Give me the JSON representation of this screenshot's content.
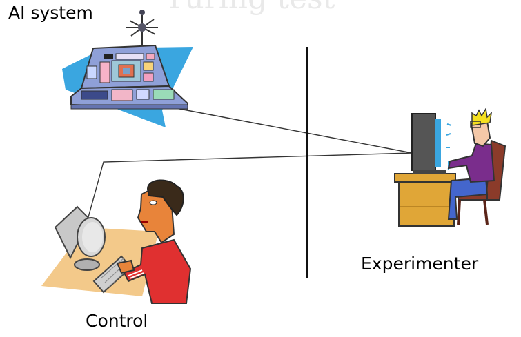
{
  "labels": {
    "ai_system": "AI system",
    "experimenter": "Experimenter",
    "control": "Control",
    "title_partial": "Turing test"
  },
  "colors": {
    "divider": "#111111",
    "link_line": "#333333",
    "ai_backdrop": "#3aa6e0",
    "ai_console": "#8fa0d8",
    "desk": "#f3c98a",
    "control_skin": "#e8843a",
    "control_shirt": "#e03030",
    "experimenter_shirt": "#7a2d8c",
    "experimenter_hair": "#f5e020"
  },
  "icons": [
    "ai-console-icon",
    "antenna-icon",
    "experimenter-icon",
    "control-person-icon",
    "monitor-icon",
    "keyboard-icon"
  ]
}
